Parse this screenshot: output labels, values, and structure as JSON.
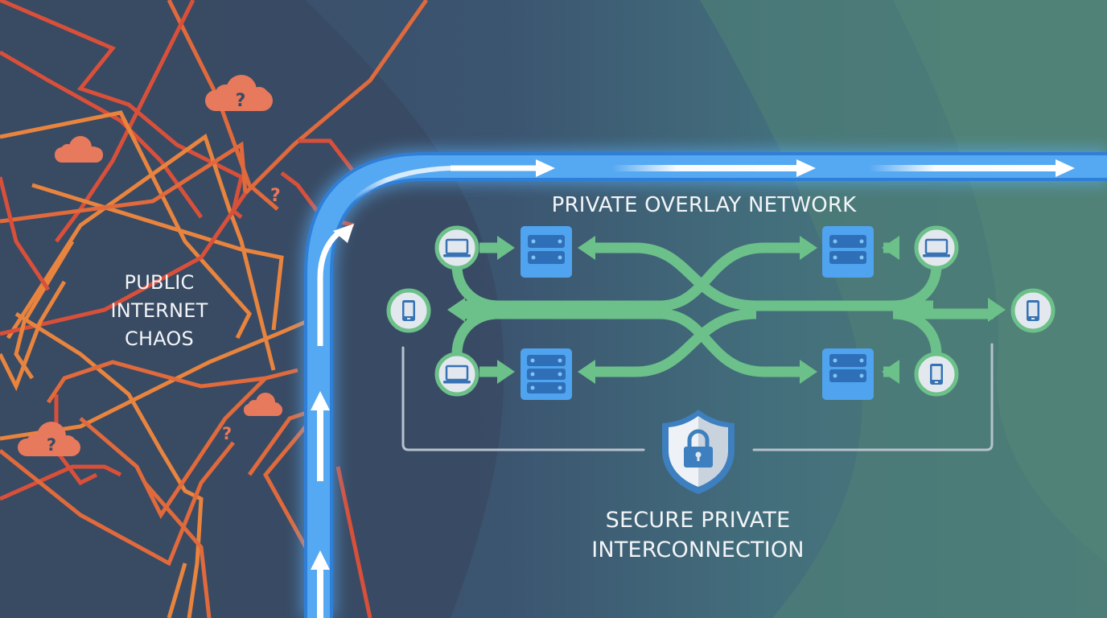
{
  "left_zone": {
    "title_lines": [
      "PUBLIC",
      "INTERNET",
      "CHAOS"
    ],
    "cloud_marks": [
      "?",
      "",
      "?",
      ""
    ],
    "question_marks": [
      "?",
      "?"
    ]
  },
  "right_zone": {
    "overlay_title": "PRIVATE OVERLAY NETWORK",
    "secure_title_lines": [
      "SECURE PRIVATE",
      "INTERCONNECTION"
    ]
  },
  "icons": {
    "cloud": "cloud-question-icon",
    "server": "server-rack-icon",
    "laptop": "laptop-icon",
    "phone": "smartphone-icon",
    "shield": "shield-lock-icon"
  },
  "colors": {
    "bg_dark": "#3a4d66",
    "bg_mid": "#3d6177",
    "bg_teal": "#4f7f78",
    "chaos_red": "#d9503a",
    "chaos_orange": "#e8843e",
    "cloud_fill": "#e7795c",
    "pipe_blue": "#55a8f2",
    "pipe_edge": "#2f7fd8",
    "overlay_green": "#6cc089",
    "server_blue": "#4fa3ef",
    "device_fill": "#e3e8ee",
    "device_icon": "#3672b4",
    "text": "#f2f5f8"
  }
}
